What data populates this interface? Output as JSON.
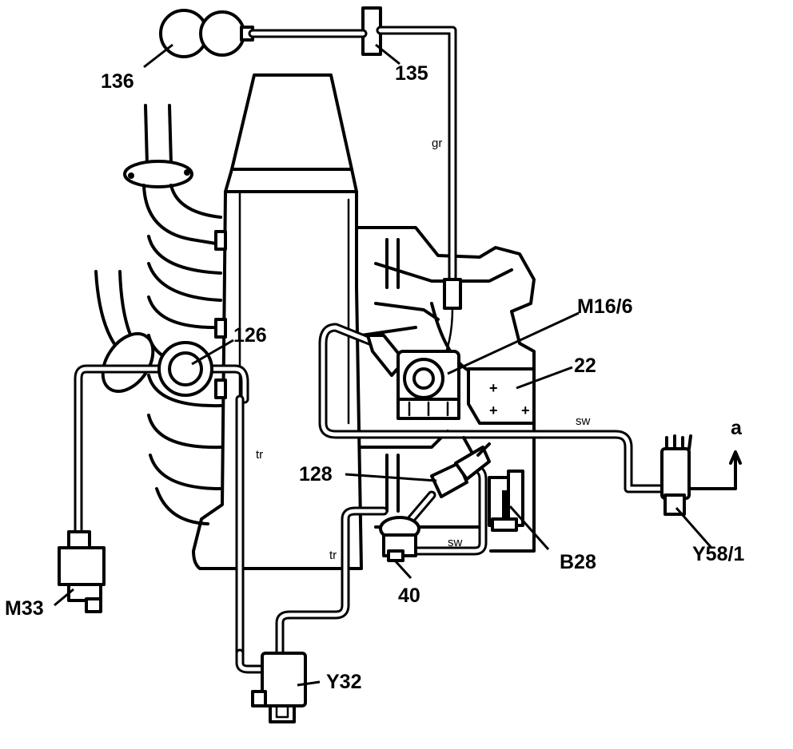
{
  "labels": {
    "c136": "136",
    "c135": "135",
    "c126": "126",
    "m16_6": "M16/6",
    "c22": "22",
    "c128": "128",
    "b28": "B28",
    "y58_1": "Y58/1",
    "c40": "40",
    "m33": "M33",
    "y32": "Y32",
    "a": "a"
  },
  "line_colors": {
    "gr": "gr",
    "sw_upper": "sw",
    "sw_lower": "sw",
    "tr_left": "tr",
    "tr_lower": "tr"
  }
}
